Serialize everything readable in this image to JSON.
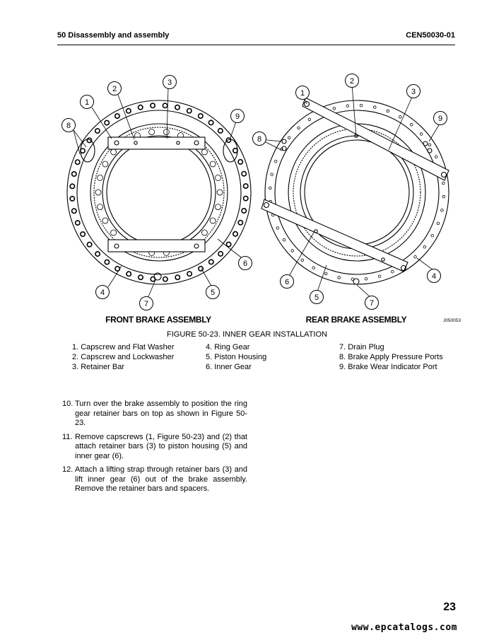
{
  "header": {
    "section": "50 Disassembly and assembly",
    "doc_code": "CEN50030-01"
  },
  "figure": {
    "front_label": "FRONT BRAKE ASSEMBLY",
    "rear_label": "REAR BRAKE ASSEMBLY",
    "drawing_id": "J050053",
    "callouts_front": [
      "1",
      "2",
      "3",
      "4",
      "5",
      "6",
      "7",
      "8",
      "9"
    ],
    "callouts_rear": [
      "1",
      "2",
      "3",
      "4",
      "5",
      "6",
      "7",
      "8",
      "9"
    ]
  },
  "figure_caption": "FIGURE 50-23. INNER GEAR INSTALLATION",
  "legend": {
    "col1": [
      "1. Capscrew and Flat Washer",
      "2. Capscrew and Lockwasher",
      "3. Retainer Bar"
    ],
    "col2": [
      "4. Ring Gear",
      "5. Piston Housing",
      "6. Inner Gear"
    ],
    "col3": [
      "7. Drain Plug",
      "8. Brake Apply Pressure Ports",
      "9. Brake Wear Indicator Port"
    ]
  },
  "steps": [
    {
      "num": "10.",
      "text": "Turn over the brake assembly to position the ring gear retainer bars on top as shown in Figure 50-23."
    },
    {
      "num": "11.",
      "text": "Remove capscrews (1, Figure 50-23) and (2) that attach retainer bars (3) to piston housing (5) and inner gear (6)."
    },
    {
      "num": "12.",
      "text": "Attach a lifting strap through retainer bars (3) and lift inner gear (6) out of the brake assembly. Remove the retainer bars and spacers."
    }
  ],
  "page_number": "23",
  "watermark": "www.epcatalogs.com"
}
